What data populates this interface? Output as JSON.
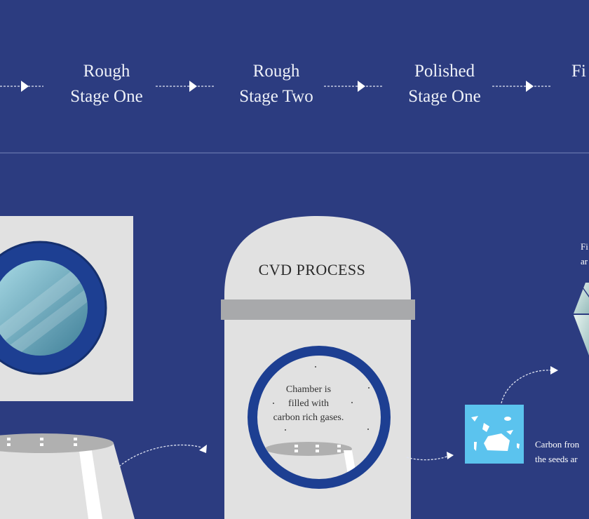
{
  "stages": [
    {
      "line1": "Rough",
      "line2": "Stage One"
    },
    {
      "line1": "Rough",
      "line2": "Stage Two"
    },
    {
      "line1": "Polished",
      "line2": "Stage One"
    },
    {
      "line1": "Fi",
      "line2": ""
    }
  ],
  "cvd": {
    "title": "CVD PROCESS",
    "chamber_text": [
      "Chamber is",
      "filled with",
      "carbon rich gases."
    ]
  },
  "right_caption_top": [
    "Fi",
    "ar"
  ],
  "right_caption_bottom": [
    "Carbon fron",
    "the seeds ar"
  ],
  "colors": {
    "background": "#2c3c80",
    "panel": "#e1e1e1",
    "ring": "#1d3f92",
    "seed_square": "#5bc3ee"
  }
}
